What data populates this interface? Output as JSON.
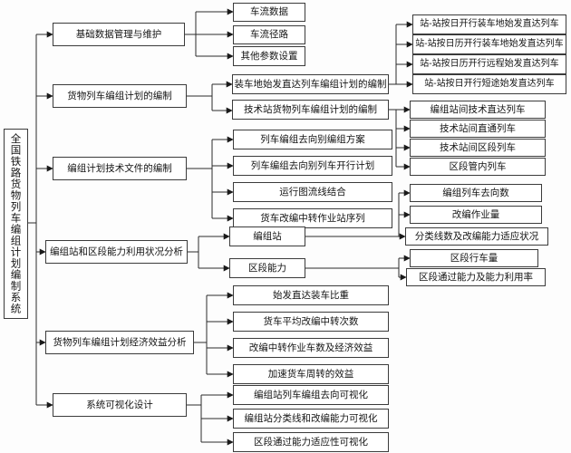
{
  "colors": {
    "box_border": "#3b3b3b",
    "line": "#222222",
    "background": "#fdfdfd",
    "text": "#141414"
  },
  "diagram": {
    "root": {
      "label": "全国铁路货物列车编组计划编制系统"
    },
    "branches": [
      {
        "label": "基础数据管理与维护",
        "children": [
          {
            "label": "车流数据"
          },
          {
            "label": "车流径路"
          },
          {
            "label": "其他参数设置"
          }
        ]
      },
      {
        "label": "货物列车编组计划的编制",
        "children": [
          {
            "label": "装车地始发直达列车编组计划的编制",
            "children": [
              {
                "label": "站-站按日开行装车地始发直达列车"
              },
              {
                "label": "站-站按日历开行装车地始发直达列车"
              },
              {
                "label": "站-站按日历开行远程始发直达列车"
              },
              {
                "label": "站-站按日开行短途始发直达列车"
              }
            ]
          },
          {
            "label": "技术站货物列车编组计划的编制",
            "children": [
              {
                "label": "编组站间技术直达列车"
              },
              {
                "label": "技术站间直通列车"
              },
              {
                "label": "技术站间区段列车"
              },
              {
                "label": "区段管内列车"
              }
            ]
          }
        ]
      },
      {
        "label": "编组计划技术文件的编制",
        "children": [
          {
            "label": "列车编组去向别编组方案"
          },
          {
            "label": "列车编组去向别列车开行计划"
          },
          {
            "label": "运行图流线结合"
          },
          {
            "label": "货车改编中转作业站序列"
          }
        ]
      },
      {
        "label": "编组站和区段能力利用状况分析",
        "children": [
          {
            "label": "编组站",
            "children": [
              {
                "label": "编组列车去向数"
              },
              {
                "label": "改编作业量"
              },
              {
                "label": "分类线数及改编能力适应状况"
              }
            ]
          },
          {
            "label": "区段能力",
            "children": [
              {
                "label": "区段行车量"
              },
              {
                "label": "区段通过能力及能力利用率"
              }
            ]
          }
        ]
      },
      {
        "label": "货物列车编组计划经济效益分析",
        "children": [
          {
            "label": "始发直达装车比重"
          },
          {
            "label": "货车平均改编中转次数"
          },
          {
            "label": "改编中转作业车数及经济效益"
          },
          {
            "label": "加速货车周转的效益"
          }
        ]
      },
      {
        "label": "系统可视化设计",
        "children": [
          {
            "label": "编组站列车编组去向可视化"
          },
          {
            "label": "编组站分类线和改编能力可视化"
          },
          {
            "label": "区段通过能力适应性可视化"
          }
        ]
      }
    ]
  }
}
